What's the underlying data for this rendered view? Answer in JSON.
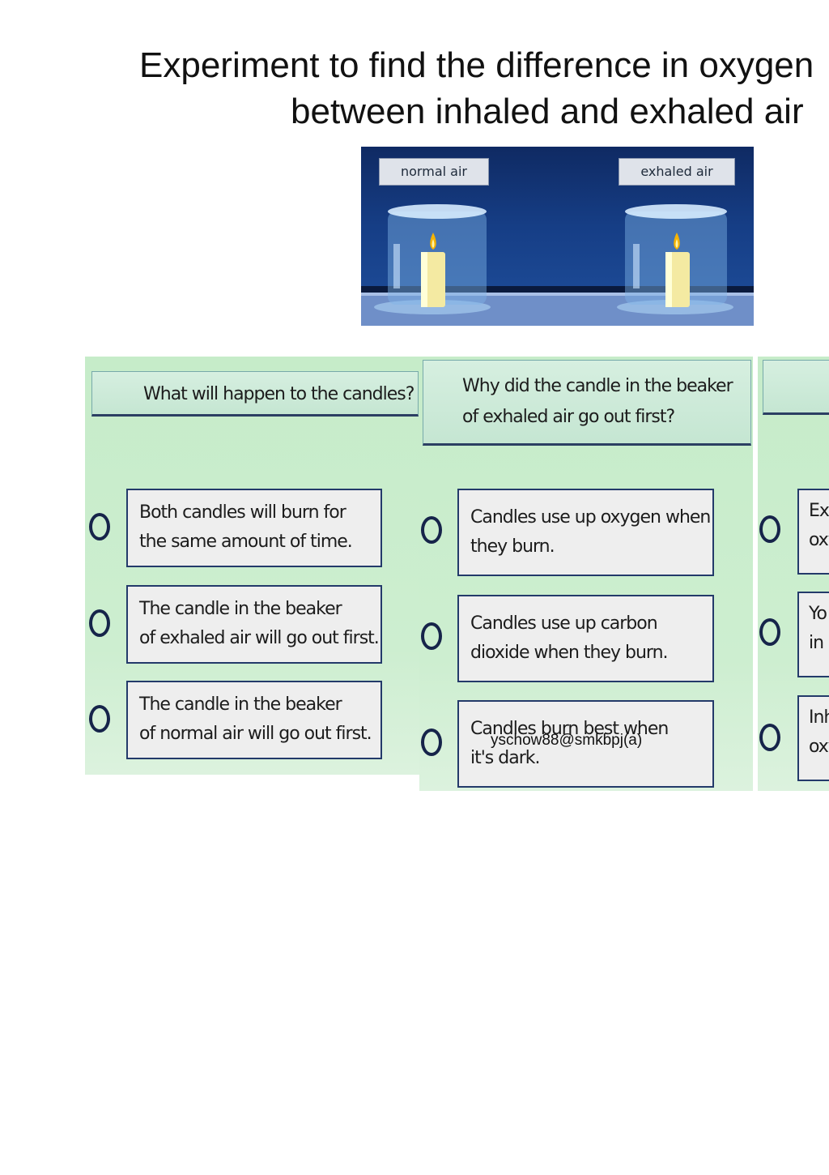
{
  "slide": {
    "title_line1": "Experiment to find the difference in oxygen",
    "title_line2": "between inhaled and exhaled air"
  },
  "experiment": {
    "label_left": "normal air",
    "label_right": "exhaled air"
  },
  "quiz": [
    {
      "question": [
        "What will happen to the candles?"
      ],
      "options": [
        [
          "Both candles will burn for",
          "the same amount of time."
        ],
        [
          "The candle in the beaker",
          "of exhaled air will go out first."
        ],
        [
          "The candle in the beaker",
          "of normal air will go out first."
        ]
      ]
    },
    {
      "question": [
        "Why did the candle in the beaker",
        "of exhaled air go out first?"
      ],
      "options": [
        [
          "Candles use up oxygen when",
          "they burn."
        ],
        [
          "Candles use up carbon",
          "dioxide when they burn."
        ],
        [
          "Candles burn best when",
          "it's dark."
        ]
      ]
    },
    {
      "question": [
        ""
      ],
      "options": [
        [
          "Ex",
          "oxy"
        ],
        [
          "Yo",
          "in a"
        ],
        [
          "Inh",
          "oxy"
        ]
      ]
    }
  ],
  "watermark": "yschow88@smkbpj(a)",
  "colors": {
    "panel_green": "#c6ecc9",
    "box_border": "#233a6a",
    "scene_blue": "#163e86"
  }
}
